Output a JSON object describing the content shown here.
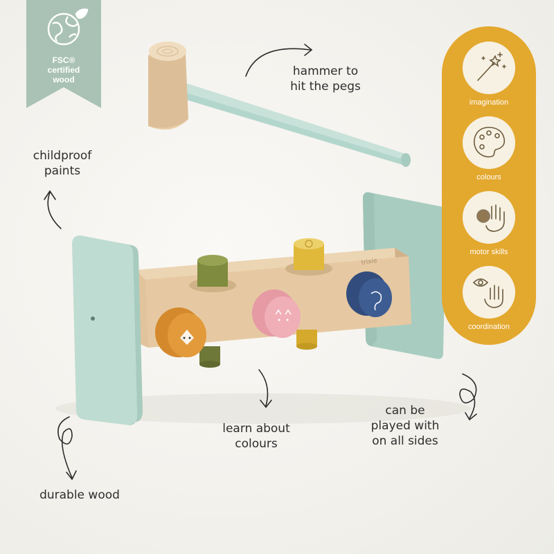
{
  "badge": {
    "text_line1": "FSC®",
    "text_line2": "certified",
    "text_line3": "wood",
    "color": "#a9c2b5"
  },
  "callouts": {
    "hammer_line1": "hammer to",
    "hammer_line2": "hit the pegs",
    "paints_line1": "childproof",
    "paints_line2": "paints",
    "colours_line1": "learn about",
    "colours_line2": "colours",
    "sides_line1": "can be",
    "sides_line2": "played with",
    "sides_line3": "on all sides",
    "durable": "durable wood"
  },
  "benefits": [
    {
      "label": "imagination",
      "icon": "magic-wand-icon"
    },
    {
      "label": "colours",
      "icon": "palette-icon"
    },
    {
      "label": "motor skills",
      "icon": "hand-grab-icon"
    },
    {
      "label": "coordination",
      "icon": "eye-hand-icon"
    }
  ],
  "brand_text": "trixie",
  "colors": {
    "accent": "#e3a82e",
    "mint": "#b9d8cd",
    "wood": "#e4c6a0"
  }
}
